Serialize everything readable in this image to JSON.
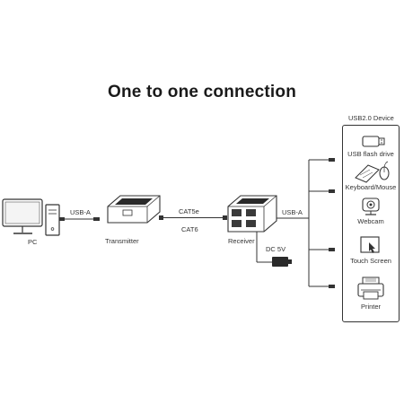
{
  "title": "One to one connection",
  "source": {
    "label": "PC"
  },
  "links": {
    "pc_to_tx": "USB-A",
    "cable_top": "CAT5e",
    "cable_bottom": "CAT6",
    "rx_to_devices": "USB-A",
    "power": "DC 5V"
  },
  "transmitter": {
    "label": "Transmitter"
  },
  "receiver": {
    "label": "Receiver"
  },
  "devices_panel": {
    "header": "USB2.0 Device",
    "items": [
      {
        "label": "USB flash drive",
        "icon": "usb-flash-drive-icon"
      },
      {
        "label": "Keyboard/Mouse",
        "icon": "keyboard-mouse-icon"
      },
      {
        "label": "Webcam",
        "icon": "webcam-icon"
      },
      {
        "label": "Touch Screen",
        "icon": "touch-screen-icon"
      },
      {
        "label": "Printer",
        "icon": "printer-icon"
      }
    ]
  }
}
